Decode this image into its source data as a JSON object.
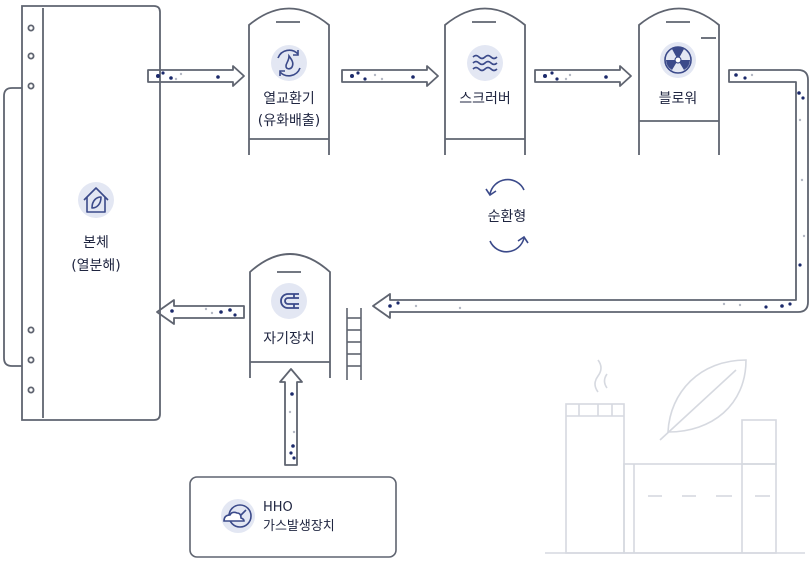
{
  "nodes": {
    "main_body": {
      "line1": "본체",
      "line2": "(열분해)",
      "icon": "house-leaf-icon"
    },
    "heat_exchanger": {
      "line1": "열교환기",
      "line2": "(유화배출)",
      "icon": "recycle-flame-icon"
    },
    "scrubber": {
      "label": "스크러버",
      "icon": "waves-icon"
    },
    "blower": {
      "label": "블로워",
      "icon": "fan-icon"
    },
    "magnetic_device": {
      "label": "자기장치",
      "icon": "magnet-icon"
    },
    "hho_generator": {
      "line1": "HHO",
      "line2": "가스발생장치",
      "icon": "gauge-cloud-icon"
    }
  },
  "cycle": {
    "label": "순환형",
    "icon": "circular-arrows-icon"
  },
  "background": {
    "icons": [
      "factory-outline-icon",
      "leaf-outline-icon"
    ]
  },
  "colors": {
    "outline": "#5f6470",
    "text": "#1f2540",
    "dot_dark": "#1c2a6b",
    "dot_light": "#b4b8c4",
    "icon_bg": "#e3e7f3",
    "icon_line": "#3b4a8a",
    "faint": "#d6d9e0"
  }
}
